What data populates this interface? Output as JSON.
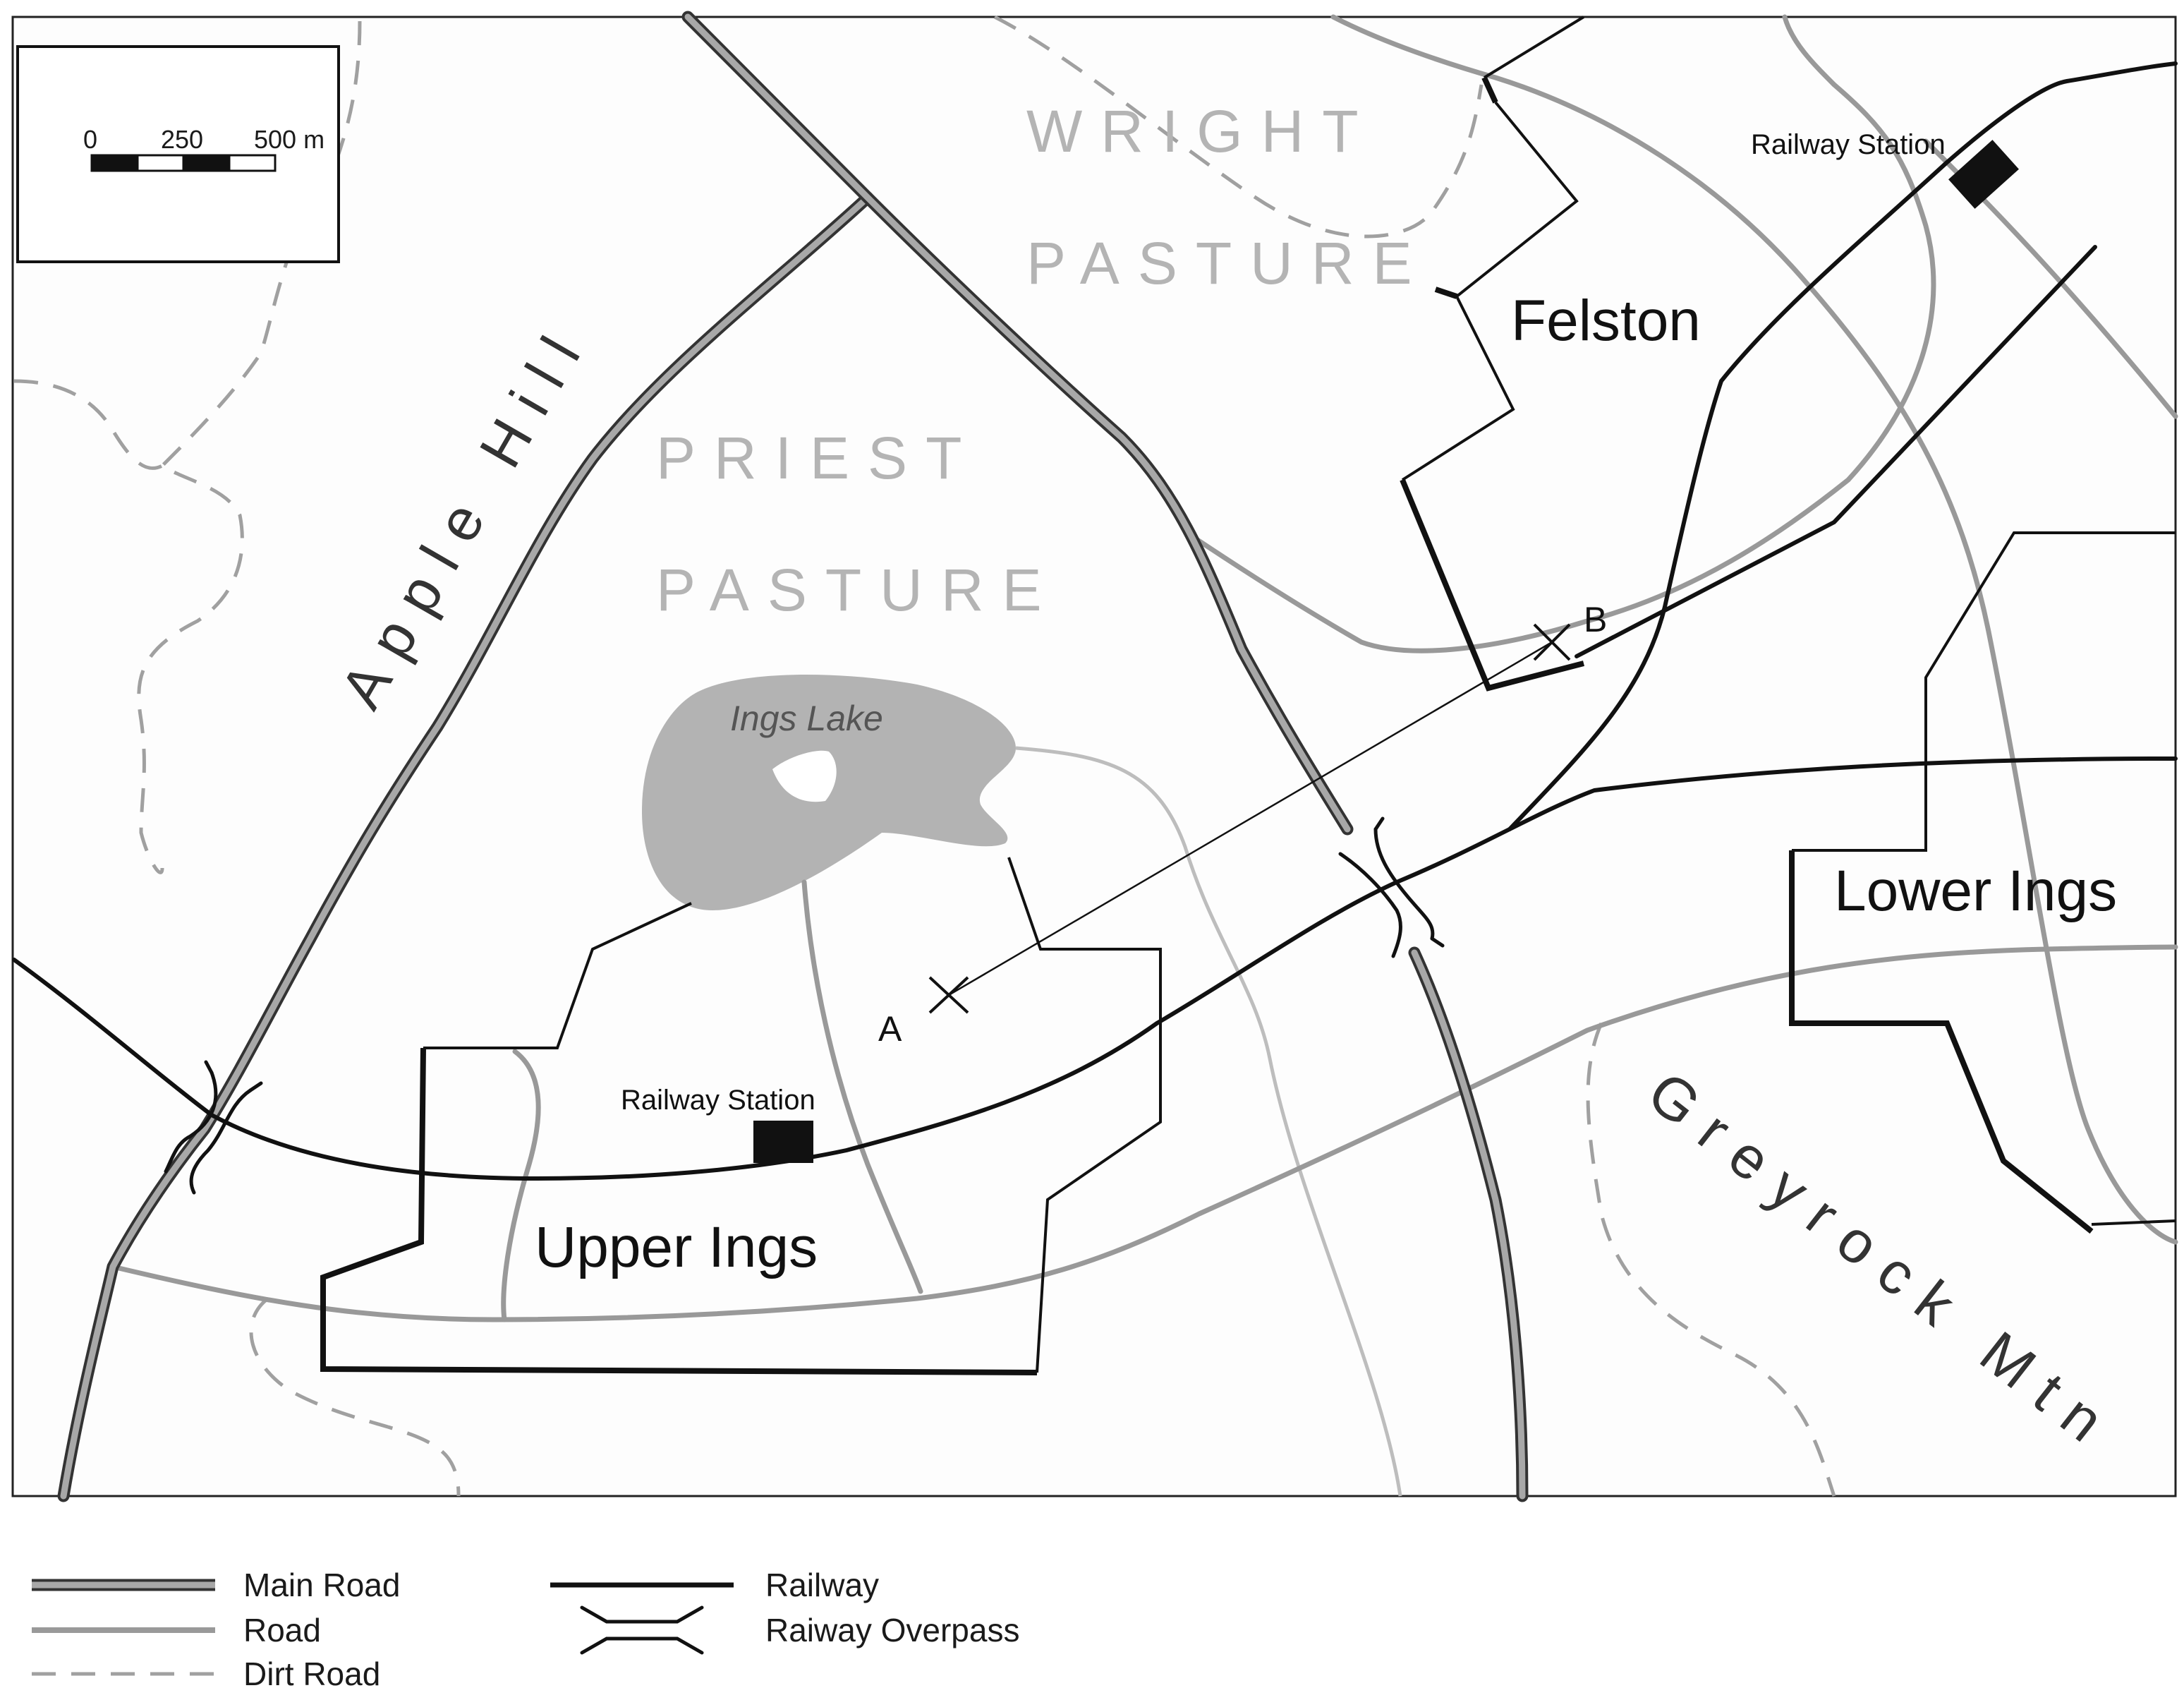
{
  "map": {
    "regions": {
      "wright_pasture": [
        "WRIGHT",
        "PASTURE"
      ],
      "priest_pasture": [
        "PRIEST",
        "PASTURE"
      ],
      "apple_hill": "Apple Hill",
      "greyrock_mtn": "Greyrock Mtn"
    },
    "towns": {
      "felston": "Felston",
      "upper_ings": "Upper Ings",
      "lower_ings": "Lower Ings"
    },
    "lake": "Ings Lake",
    "stations": {
      "north_east": "Railway Station",
      "upper_ings": "Railway Station"
    },
    "points": {
      "a": "A",
      "b": "B"
    },
    "scale_bar": {
      "ticks": [
        "0",
        "250",
        "500 m"
      ]
    }
  },
  "legend": {
    "main_road": "Main Road",
    "road": "Road",
    "dirt_road": "Dirt Road",
    "railway": "Railway",
    "overpass": "Raiway Overpass"
  },
  "colors": {
    "main_road_outer": "#333333",
    "main_road_inner": "#a8a8a8",
    "road": "#999999",
    "dirt_road": "#a0a0a0",
    "railway": "#111111",
    "lake": "#b3b3b3",
    "stream": "#bdbdbd",
    "region_label": "#b4b4b4"
  }
}
